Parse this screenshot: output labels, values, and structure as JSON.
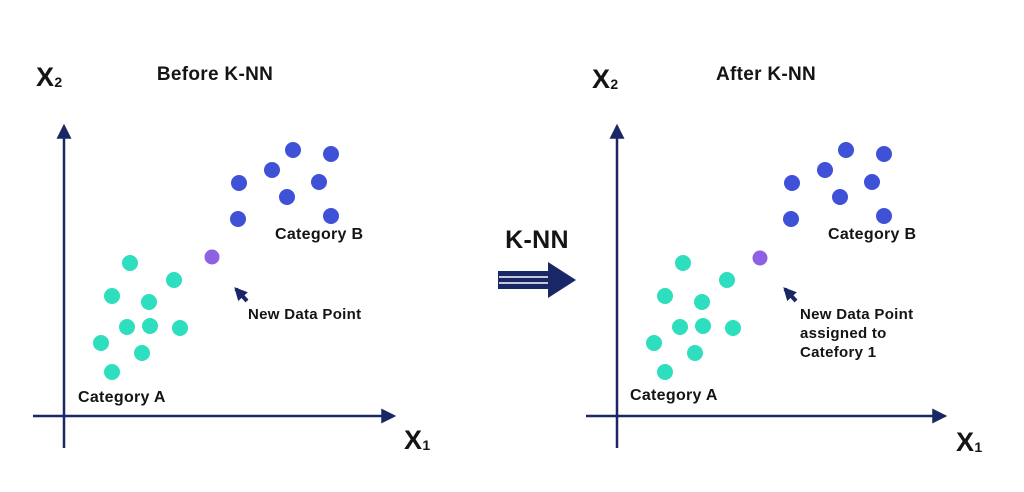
{
  "colors": {
    "background": "#ffffff",
    "axis_navy": "#1a2766",
    "category_b_blue": "#3f51d7",
    "category_a_teal": "#2ddfbe",
    "new_point_purple": "#8d60e4",
    "text_black": "#141414"
  },
  "center_arrow": {
    "label": "K-NN"
  },
  "panels": [
    {
      "title": "Before K-NN",
      "axes": {
        "y_label": "X",
        "y_subscript": "2",
        "x_label": "X",
        "x_subscript": "1"
      },
      "clusters": {
        "category_b": {
          "label": "Category B",
          "points": [
            [
              293,
              150
            ],
            [
              331,
              154
            ],
            [
              272,
              170
            ],
            [
              239,
              183
            ],
            [
              319,
              182
            ],
            [
              287,
              197
            ],
            [
              238,
              219
            ],
            [
              331,
              216
            ]
          ]
        },
        "category_a": {
          "label": "Category A",
          "points": [
            [
              130,
              263
            ],
            [
              174,
              280
            ],
            [
              112,
              296
            ],
            [
              149,
              302
            ],
            [
              127,
              327
            ],
            [
              150,
              326
            ],
            [
              180,
              328
            ],
            [
              101,
              343
            ],
            [
              142,
              353
            ],
            [
              112,
              372
            ]
          ]
        },
        "new_point": {
          "point": [
            212,
            257
          ]
        }
      },
      "annotation": "New Data Point"
    },
    {
      "title": "After K-NN",
      "axes": {
        "y_label": "X",
        "y_subscript": "2",
        "x_label": "X",
        "x_subscript": "1"
      },
      "clusters": {
        "category_b": {
          "label": "Category B",
          "points": [
            [
              846,
              150
            ],
            [
              884,
              154
            ],
            [
              825,
              170
            ],
            [
              792,
              183
            ],
            [
              872,
              182
            ],
            [
              840,
              197
            ],
            [
              791,
              219
            ],
            [
              884,
              216
            ]
          ]
        },
        "category_a": {
          "label": "Category A",
          "points": [
            [
              683,
              263
            ],
            [
              727,
              280
            ],
            [
              665,
              296
            ],
            [
              702,
              302
            ],
            [
              680,
              327
            ],
            [
              703,
              326
            ],
            [
              733,
              328
            ],
            [
              654,
              343
            ],
            [
              695,
              353
            ],
            [
              665,
              372
            ]
          ]
        },
        "new_point": {
          "point": [
            760,
            258
          ]
        }
      },
      "annotation": "New Data Point\nassigned to\nCatefory 1"
    }
  ]
}
